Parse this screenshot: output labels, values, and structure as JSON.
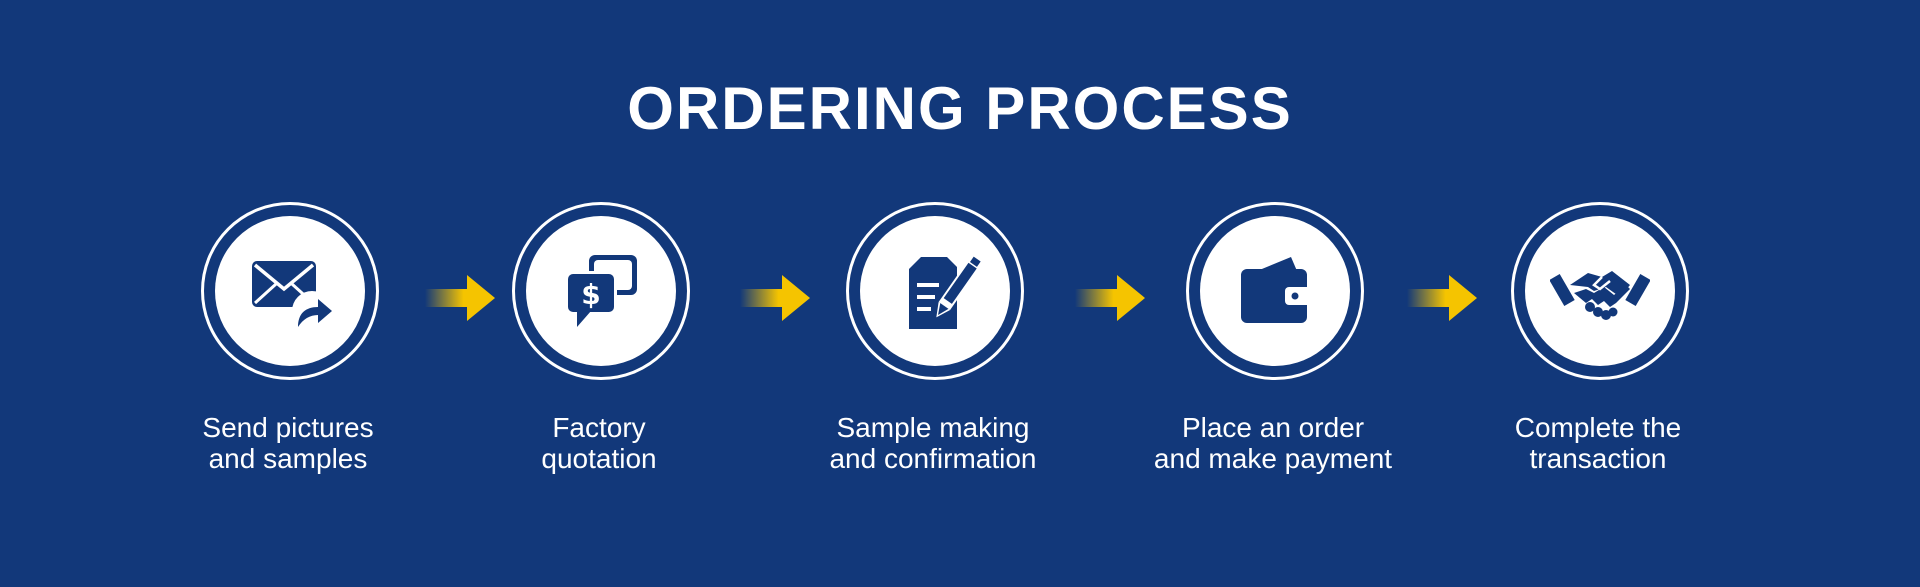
{
  "title": "ORDERING PROCESS",
  "colors": {
    "background": "#12387a",
    "circle": "#ffffff",
    "icon": "#12387a",
    "arrow": "#f5c400"
  },
  "steps": [
    {
      "icon": "envelope-share-icon",
      "label_line1": "Send pictures",
      "label_line2": "and samples"
    },
    {
      "icon": "quotation-chat-icon",
      "label_line1": "Factory",
      "label_line2": "quotation"
    },
    {
      "icon": "document-pencil-icon",
      "label_line1": "Sample making",
      "label_line2": "and confirmation"
    },
    {
      "icon": "wallet-icon",
      "label_line1": "Place an order",
      "label_line2": "and make payment"
    },
    {
      "icon": "handshake-icon",
      "label_line1": "Complete the",
      "label_line2": "transaction"
    }
  ]
}
